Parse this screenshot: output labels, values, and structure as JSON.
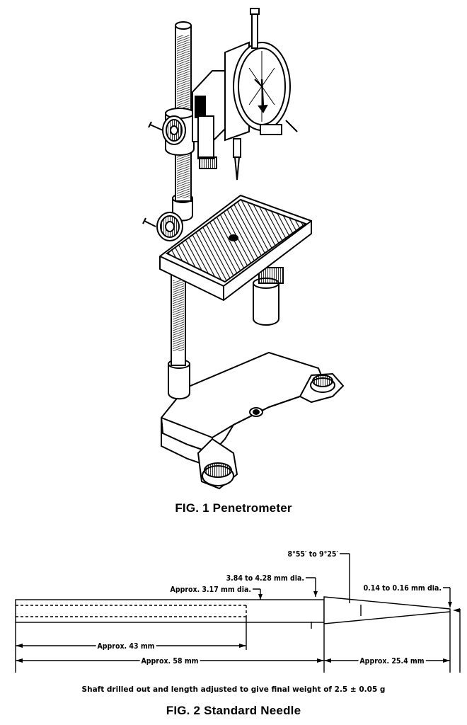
{
  "figure1": {
    "caption": "FIG. 1 Penetrometer"
  },
  "figure2": {
    "caption": "FIG. 2 Standard Needle",
    "note": "Shaft drilled out and length adjusted to give final weight of 2.5 ± 0.05 g",
    "dimensions": {
      "cone_angle": "8°55′ to 9°25′",
      "taper_dia": "3.84 to 4.28 mm dia.",
      "shaft_dia": "Approx. 3.17 mm dia.",
      "tip_dia": "0.14 to 0.16 mm dia.",
      "drill_depth": "Approx. 43 mm",
      "shaft_length": "Approx. 58 mm",
      "taper_length": "Approx. 25.4 mm"
    }
  }
}
